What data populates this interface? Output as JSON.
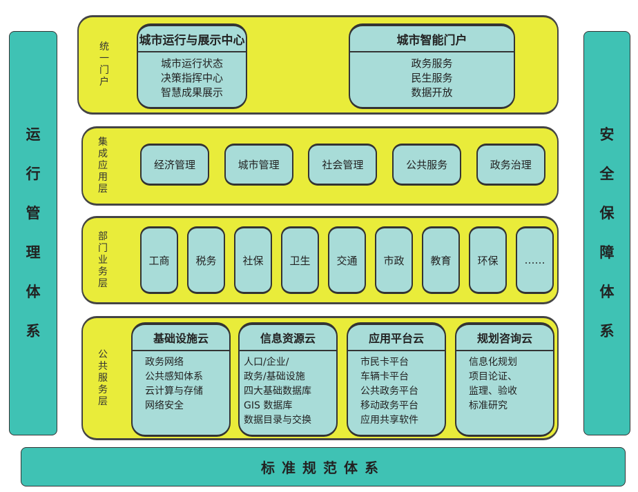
{
  "left_bar": "运行管理体系",
  "right_bar": "安全保障体系",
  "bottom_bar": "标准规范体系",
  "layers": [
    {
      "label": "统一门户",
      "cards": [
        {
          "title": "城市运行与展示中心",
          "items": [
            "城市运行状态",
            "决策指挥中心",
            "智慧成果展示"
          ]
        },
        {
          "title": "城市智能门户",
          "items": [
            "政务服务",
            "民生服务",
            "数据开放"
          ]
        }
      ]
    },
    {
      "label": "集成应用层",
      "boxes": [
        "经济管理",
        "城市管理",
        "社会管理",
        "公共服务",
        "政务治理"
      ]
    },
    {
      "label": "部门业务层",
      "boxes": [
        "工商",
        "税务",
        "社保",
        "卫生",
        "交通",
        "市政",
        "教育",
        "环保",
        "……"
      ]
    },
    {
      "label": "公共服务层",
      "cards": [
        {
          "title": "基础设施云",
          "items": [
            "政务网络",
            "公共感知体系",
            "云计算与存储",
            "网络安全"
          ]
        },
        {
          "title": "信息资源云",
          "items": [
            "人口/企业/",
            "政务/基础设施",
            "四大基础数据库",
            "GIS 数据库",
            "数据目录与交换"
          ]
        },
        {
          "title": "应用平台云",
          "items": [
            "市民卡平台",
            "车辆卡平台",
            "公共政务平台",
            "移动政务平台",
            "应用共享软件"
          ]
        },
        {
          "title": "规划咨询云",
          "items": [
            "信息化规划",
            "项目论证、",
            "监理、验收",
            "标准研究"
          ]
        }
      ]
    }
  ],
  "colors": {
    "yellow": "#e9ec3a",
    "teal": "#3fc2b4",
    "box": "#a8dcd8"
  }
}
